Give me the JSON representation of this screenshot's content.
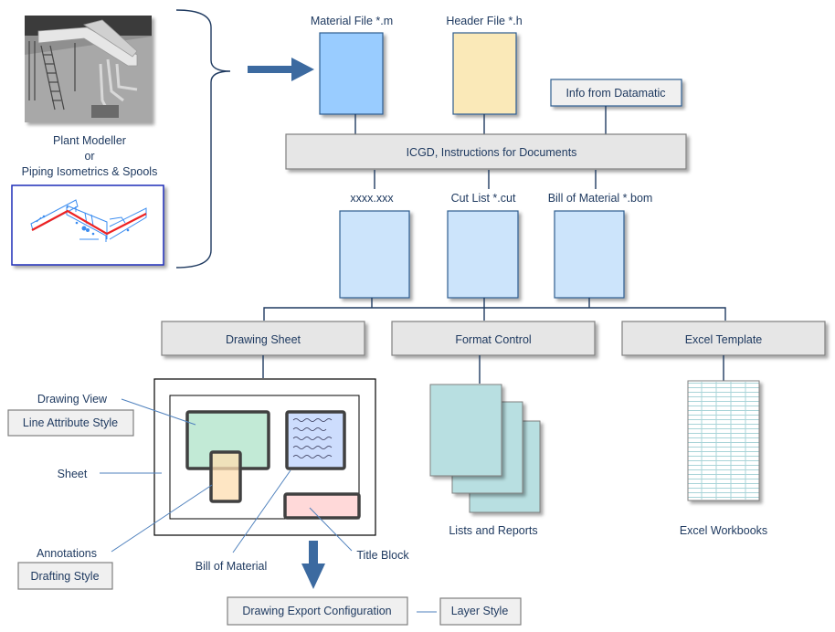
{
  "source": {
    "plant_modeller_label": "Plant Modeller",
    "or_label": "or",
    "piping_label": "Piping Isometrics & Spools",
    "plant_image": "3d-plant-model-image",
    "piping_image": "piping-isometric-image"
  },
  "inputs": {
    "material_file": "Material File *.m",
    "header_file": "Header File *.h",
    "datamatic": "Info from Datamatic"
  },
  "icgd": "ICGD, Instructions for Documents",
  "outputs": {
    "xxxx": "xxxx.xxx",
    "cut_list": "Cut List *.cut",
    "bom": "Bill of Material *.bom"
  },
  "controls": {
    "drawing_sheet": "Drawing Sheet",
    "format_control": "Format Control",
    "excel_template": "Excel Template"
  },
  "sheet_parts": {
    "drawing_view": "Drawing View",
    "line_attribute_style": "Line Attribute Style",
    "sheet": "Sheet",
    "annotations": "Annotations",
    "drafting_style": "Drafting Style",
    "bill_of_material": "Bill of Material",
    "title_block": "Title Block"
  },
  "results": {
    "lists_reports": "Lists and Reports",
    "excel_workbooks": "Excel Workbooks"
  },
  "export": {
    "config": "Drawing Export Configuration",
    "layer_style": "Layer Style"
  },
  "colors": {
    "arrow": "#3c6aa0",
    "material_file": "#99ccff",
    "header_file": "#fae9b8",
    "output_doc": "#cce4fb",
    "reports": "#b8dfe1",
    "drawing_view": "#c2ead6",
    "annotation": "#fdddb0",
    "bom_table": "#cdddfd",
    "title_block": "#ffd9d9",
    "text": "#1f3a60"
  }
}
